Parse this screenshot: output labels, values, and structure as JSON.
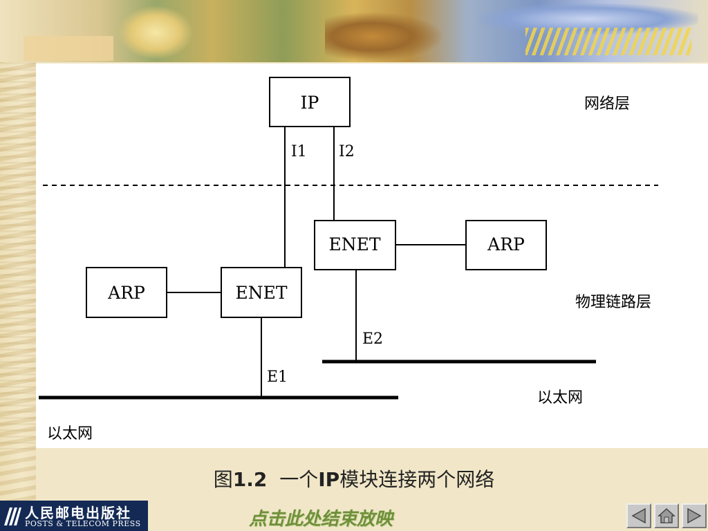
{
  "diagram": {
    "boxes": {
      "ip": "IP",
      "arp_left": "ARP",
      "enet_left": "ENET",
      "enet_right": "ENET",
      "arp_right": "ARP"
    },
    "interfaces": {
      "i1": "I1",
      "i2": "I2",
      "e1": "E1",
      "e2": "E2"
    },
    "layers": {
      "network": "网络层",
      "physical": "物理链路层"
    },
    "ethernets": {
      "left": "以太网",
      "right": "以太网"
    }
  },
  "caption": {
    "prefix": "图",
    "number": "1.2",
    "text": "一个",
    "text_bold": "IP",
    "text_rest": "模块连接两个网络"
  },
  "publisher": {
    "name_cn": "人民邮电出版社",
    "name_en": "POSTS & TELECOM PRESS"
  },
  "end_show_label": "点击此处结束放映",
  "nav": {
    "icons": [
      "previous-icon",
      "home-icon",
      "next-icon"
    ]
  }
}
